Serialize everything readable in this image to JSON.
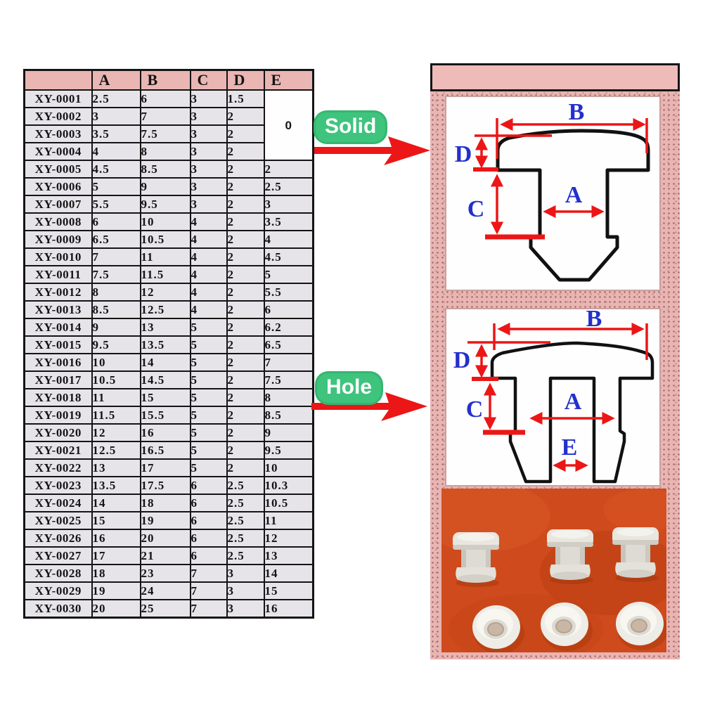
{
  "table": {
    "headers": [
      "",
      "A",
      "B",
      "C",
      "D",
      "E"
    ],
    "merged_e": {
      "value": "0",
      "row_span": 4
    },
    "rows": [
      {
        "id": "XY-0001",
        "a": "2.5",
        "b": "6",
        "c": "3",
        "d": "1.5",
        "e": ""
      },
      {
        "id": "XY-0002",
        "a": "3",
        "b": "7",
        "c": "3",
        "d": "2",
        "e": ""
      },
      {
        "id": "XY-0003",
        "a": "3.5",
        "b": "7.5",
        "c": "3",
        "d": "2",
        "e": ""
      },
      {
        "id": "XY-0004",
        "a": "4",
        "b": "8",
        "c": "3",
        "d": "2",
        "e": ""
      },
      {
        "id": "XY-0005",
        "a": "4.5",
        "b": "8.5",
        "c": "3",
        "d": "2",
        "e": "2"
      },
      {
        "id": "XY-0006",
        "a": "5",
        "b": "9",
        "c": "3",
        "d": "2",
        "e": "2.5"
      },
      {
        "id": "XY-0007",
        "a": "5.5",
        "b": "9.5",
        "c": "3",
        "d": "2",
        "e": "3"
      },
      {
        "id": "XY-0008",
        "a": "6",
        "b": "10",
        "c": "4",
        "d": "2",
        "e": "3.5"
      },
      {
        "id": "XY-0009",
        "a": "6.5",
        "b": "10.5",
        "c": "4",
        "d": "2",
        "e": "4"
      },
      {
        "id": "XY-0010",
        "a": "7",
        "b": "11",
        "c": "4",
        "d": "2",
        "e": "4.5"
      },
      {
        "id": "XY-0011",
        "a": "7.5",
        "b": "11.5",
        "c": "4",
        "d": "2",
        "e": "5"
      },
      {
        "id": "XY-0012",
        "a": "8",
        "b": "12",
        "c": "4",
        "d": "2",
        "e": "5.5"
      },
      {
        "id": "XY-0013",
        "a": "8.5",
        "b": "12.5",
        "c": "4",
        "d": "2",
        "e": "6"
      },
      {
        "id": "XY-0014",
        "a": "9",
        "b": "13",
        "c": "5",
        "d": "2",
        "e": "6.2"
      },
      {
        "id": "XY-0015",
        "a": "9.5",
        "b": "13.5",
        "c": "5",
        "d": "2",
        "e": "6.5"
      },
      {
        "id": "XY-0016",
        "a": "10",
        "b": "14",
        "c": "5",
        "d": "2",
        "e": "7"
      },
      {
        "id": "XY-0017",
        "a": "10.5",
        "b": "14.5",
        "c": "5",
        "d": "2",
        "e": "7.5"
      },
      {
        "id": "XY-0018",
        "a": "11",
        "b": "15",
        "c": "5",
        "d": "2",
        "e": "8"
      },
      {
        "id": "XY-0019",
        "a": "11.5",
        "b": "15.5",
        "c": "5",
        "d": "2",
        "e": "8.5"
      },
      {
        "id": "XY-0020",
        "a": "12",
        "b": "16",
        "c": "5",
        "d": "2",
        "e": "9"
      },
      {
        "id": "XY-0021",
        "a": "12.5",
        "b": "16.5",
        "c": "5",
        "d": "2",
        "e": "9.5"
      },
      {
        "id": "XY-0022",
        "a": "13",
        "b": "17",
        "c": "5",
        "d": "2",
        "e": "10"
      },
      {
        "id": "XY-0023",
        "a": "13.5",
        "b": "17.5",
        "c": "6",
        "d": "2.5",
        "e": "10.3"
      },
      {
        "id": "XY-0024",
        "a": "14",
        "b": "18",
        "c": "6",
        "d": "2.5",
        "e": "10.5"
      },
      {
        "id": "XY-0025",
        "a": "15",
        "b": "19",
        "c": "6",
        "d": "2.5",
        "e": "11"
      },
      {
        "id": "XY-0026",
        "a": "16",
        "b": "20",
        "c": "6",
        "d": "2.5",
        "e": "12"
      },
      {
        "id": "XY-0027",
        "a": "17",
        "b": "21",
        "c": "6",
        "d": "2.5",
        "e": "13"
      },
      {
        "id": "XY-0028",
        "a": "18",
        "b": "23",
        "c": "7",
        "d": "3",
        "e": "14"
      },
      {
        "id": "XY-0029",
        "a": "19",
        "b": "24",
        "c": "7",
        "d": "3",
        "e": "15"
      },
      {
        "id": "XY-0030",
        "a": "20",
        "b": "25",
        "c": "7",
        "d": "3",
        "e": "16"
      }
    ]
  },
  "callouts": {
    "solid_label": "Solid",
    "hole_label": "Hole"
  },
  "diagrams": {
    "solid": {
      "b": "B",
      "d": "D",
      "c": "C",
      "a": "A"
    },
    "hole": {
      "b": "B",
      "d": "D",
      "c": "C",
      "a": "A",
      "e": "E"
    }
  },
  "colors": {
    "header_pink": "#e9b6b3",
    "cell_gray": "#e6e4e9",
    "panel_pink": "#e9b5b3",
    "label_green": "#3ec47d",
    "arrow_red": "#ec1616",
    "dim_letter_blue": "#2330cd",
    "merged_zero_blue": "#2330cd",
    "photo_orange": "#cf4a1d",
    "plug_white": "#e8e6df"
  }
}
